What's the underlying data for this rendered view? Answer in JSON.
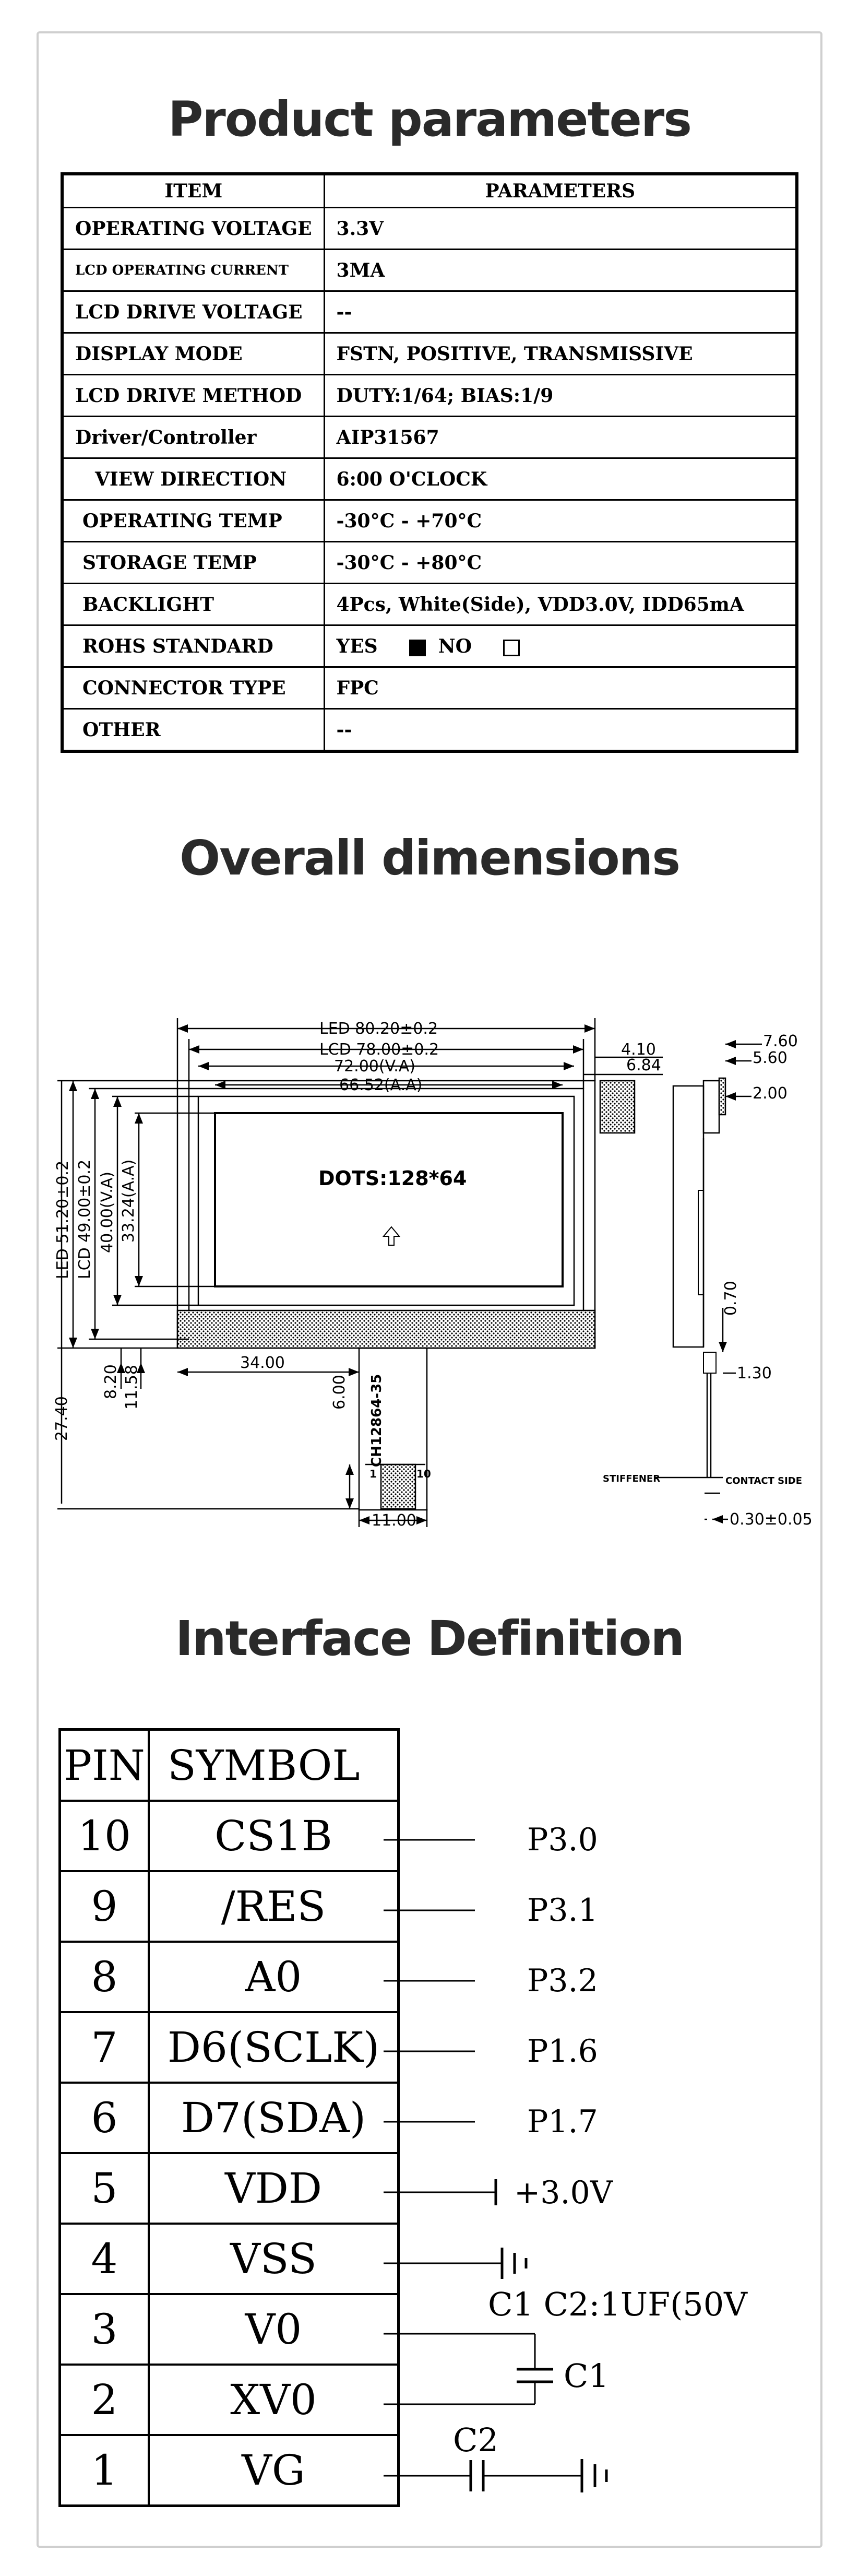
{
  "titles": {
    "params": "Product parameters",
    "dimensions": "Overall dimensions",
    "interface": "Interface Definition"
  },
  "params": {
    "header": {
      "item": "ITEM",
      "parameters": "PARAMETERS"
    },
    "rows": [
      {
        "item": "OPERATING VOLTAGE",
        "value": "3.3V"
      },
      {
        "item": "LCD OPERATING CURRENT",
        "value": "3MA"
      },
      {
        "item": "LCD DRIVE VOLTAGE",
        "value": "--"
      },
      {
        "item": "DISPLAY MODE",
        "value": "FSTN, POSITIVE, TRANSMISSIVE"
      },
      {
        "item": "LCD DRIVE METHOD",
        "value": "DUTY:1/64; BIAS:1/9"
      },
      {
        "item": "Driver/Controller",
        "value": "AIP31567"
      },
      {
        "item": "VIEW DIRECTION",
        "value": "6:00 O'CLOCK"
      },
      {
        "item": "OPERATING TEMP",
        "value": "-30°C - +70°C"
      },
      {
        "item": "STORAGE TEMP",
        "value": "-30°C - +80°C"
      },
      {
        "item": "BACKLIGHT",
        "value": "4Pcs, White(Side), VDD3.0V, IDD65mA"
      },
      {
        "item": "ROHS STANDARD",
        "yes": "YES",
        "no": "NO"
      },
      {
        "item": "CONNECTOR TYPE",
        "value": "FPC"
      },
      {
        "item": "OTHER",
        "value": "--"
      }
    ]
  },
  "dimensions": {
    "led_w": "LED 80.20±0.2",
    "lcd_w": "LCD 78.00±0.2",
    "va_w": "72.00(V.A)",
    "aa_w": "66.52(A.A)",
    "d_410": "4.10",
    "d_684": "6.84",
    "led_h": "LED 51.20±0.2",
    "lcd_h": "LCD 49.00±0.2",
    "va_h": "40.00(V.A)",
    "aa_h": "33.24(A.A)",
    "dots": "DOTS:128*64",
    "d_3400": "34.00",
    "d_820": "8.20",
    "d_1158": "11.58",
    "d_2740": "27.40",
    "d_600": "6.00",
    "fpc_label": "CH12864-35",
    "pin1": "1",
    "pin10": "10",
    "d_1100": "11.00",
    "s_760": "7.60",
    "s_560": "5.60",
    "s_200": "2.00",
    "s_070": "0.70",
    "s_130": "1.30",
    "stiffener": "STIFFENER",
    "contact_side": "CONTACT SIDE",
    "s_030": "0.30±0.05"
  },
  "interface": {
    "header": {
      "pin": "PIN",
      "symbol": "SYMBOL"
    },
    "rows": [
      {
        "pin": "10",
        "symbol": "CS1B",
        "net": "P3.0"
      },
      {
        "pin": "9",
        "symbol": "/RES",
        "net": "P3.1"
      },
      {
        "pin": "8",
        "symbol": "A0",
        "net": "P3.2"
      },
      {
        "pin": "7",
        "symbol": "D6(SCLK)",
        "net": "P1.6"
      },
      {
        "pin": "6",
        "symbol": "D7(SDA)",
        "net": "P1.7"
      },
      {
        "pin": "5",
        "symbol": "VDD",
        "net": "+3.0V"
      },
      {
        "pin": "4",
        "symbol": "VSS",
        "net": ""
      },
      {
        "pin": "3",
        "symbol": "V0",
        "net": ""
      },
      {
        "pin": "2",
        "symbol": "XV0",
        "net": ""
      },
      {
        "pin": "1",
        "symbol": "VG",
        "net": ""
      }
    ],
    "cap_note": "C1  C2:1UF(50V",
    "c1_label": "C1",
    "c2_label": "C2"
  }
}
